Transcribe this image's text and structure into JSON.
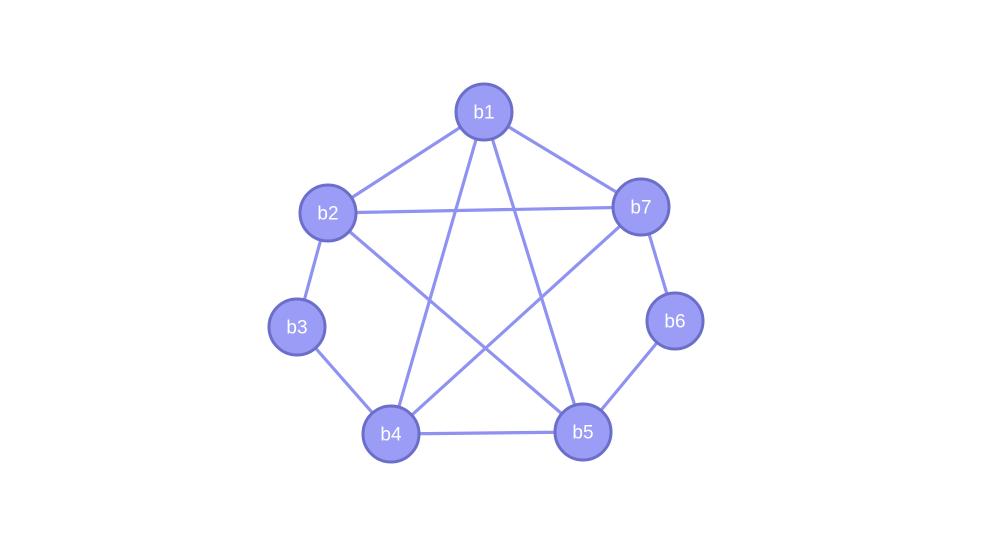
{
  "graph": {
    "nodes": [
      {
        "id": "b1",
        "label": "b1"
      },
      {
        "id": "b2",
        "label": "b2"
      },
      {
        "id": "b3",
        "label": "b3"
      },
      {
        "id": "b4",
        "label": "b4"
      },
      {
        "id": "b5",
        "label": "b5"
      },
      {
        "id": "b6",
        "label": "b6"
      },
      {
        "id": "b7",
        "label": "b7"
      }
    ],
    "edges": [
      [
        "b1",
        "b2"
      ],
      [
        "b1",
        "b7"
      ],
      [
        "b1",
        "b4"
      ],
      [
        "b1",
        "b5"
      ],
      [
        "b2",
        "b7"
      ],
      [
        "b2",
        "b3"
      ],
      [
        "b2",
        "b5"
      ],
      [
        "b3",
        "b4"
      ],
      [
        "b4",
        "b5"
      ],
      [
        "b4",
        "b7"
      ],
      [
        "b5",
        "b6"
      ],
      [
        "b6",
        "b7"
      ]
    ],
    "colors": {
      "node_fill": "#9a9cf5",
      "node_stroke": "#6c6fc9",
      "edge": "#8f92f0",
      "label": "#ffffff"
    }
  }
}
